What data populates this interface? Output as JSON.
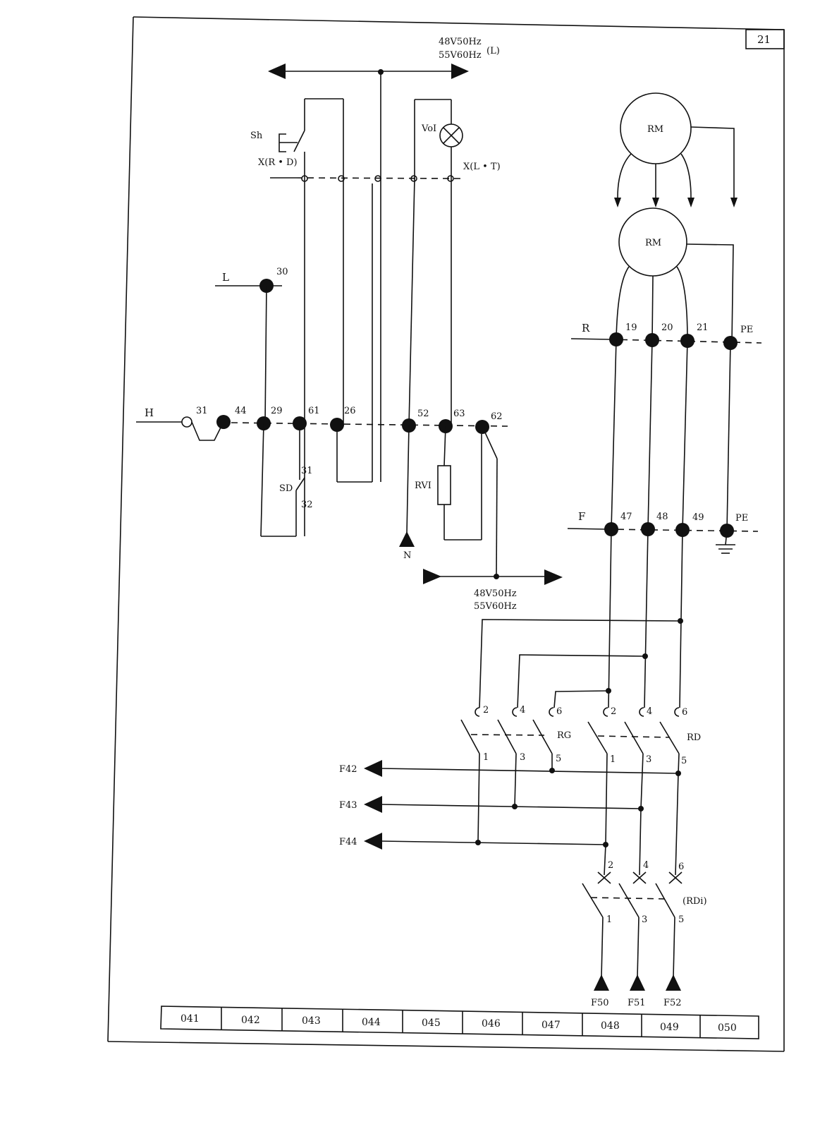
{
  "page_number": "21",
  "supply_top": {
    "line1": "48V50Hz",
    "line2": "55V60Hz",
    "suffix": "(L)"
  },
  "supply_bottom": {
    "line1": "48V50Hz",
    "line2": "55V60Hz"
  },
  "components": {
    "sh": "Sh",
    "vol": "VoI",
    "x_rd": "X(R • D)",
    "x_lt": "X(L • T)",
    "sd": "SD",
    "sd_a": "31",
    "sd_b": "32",
    "rvi": "RVI",
    "neutral": "N",
    "rm_top": "RM",
    "rm_bottom": "RM",
    "rg": "RG",
    "rd": "RD",
    "rdi": "(RDi)"
  },
  "rails": {
    "h": "H",
    "l": "L",
    "r": "R",
    "f": "F"
  },
  "terminals_h": [
    "31",
    "44",
    "29",
    "61",
    "26",
    "52",
    "63",
    "62"
  ],
  "terminal_l": "30",
  "terminals_r": [
    "19",
    "20",
    "21",
    "PE"
  ],
  "terminals_f": [
    "47",
    "48",
    "49",
    "PE"
  ],
  "contacts": {
    "top": [
      "2",
      "4",
      "6",
      "2",
      "4",
      "6"
    ],
    "bottom": [
      "1",
      "3",
      "5",
      "1",
      "3",
      "5"
    ]
  },
  "outputs_left": [
    "F42",
    "F43",
    "F44"
  ],
  "rdi_top": [
    "2",
    "4",
    "6"
  ],
  "rdi_bottom": [
    "1",
    "3",
    "5"
  ],
  "outputs_bottom": [
    "F50",
    "F51",
    "F52"
  ],
  "footer": [
    "041",
    "042",
    "043",
    "044",
    "045",
    "046",
    "047",
    "048",
    "049",
    "050"
  ]
}
